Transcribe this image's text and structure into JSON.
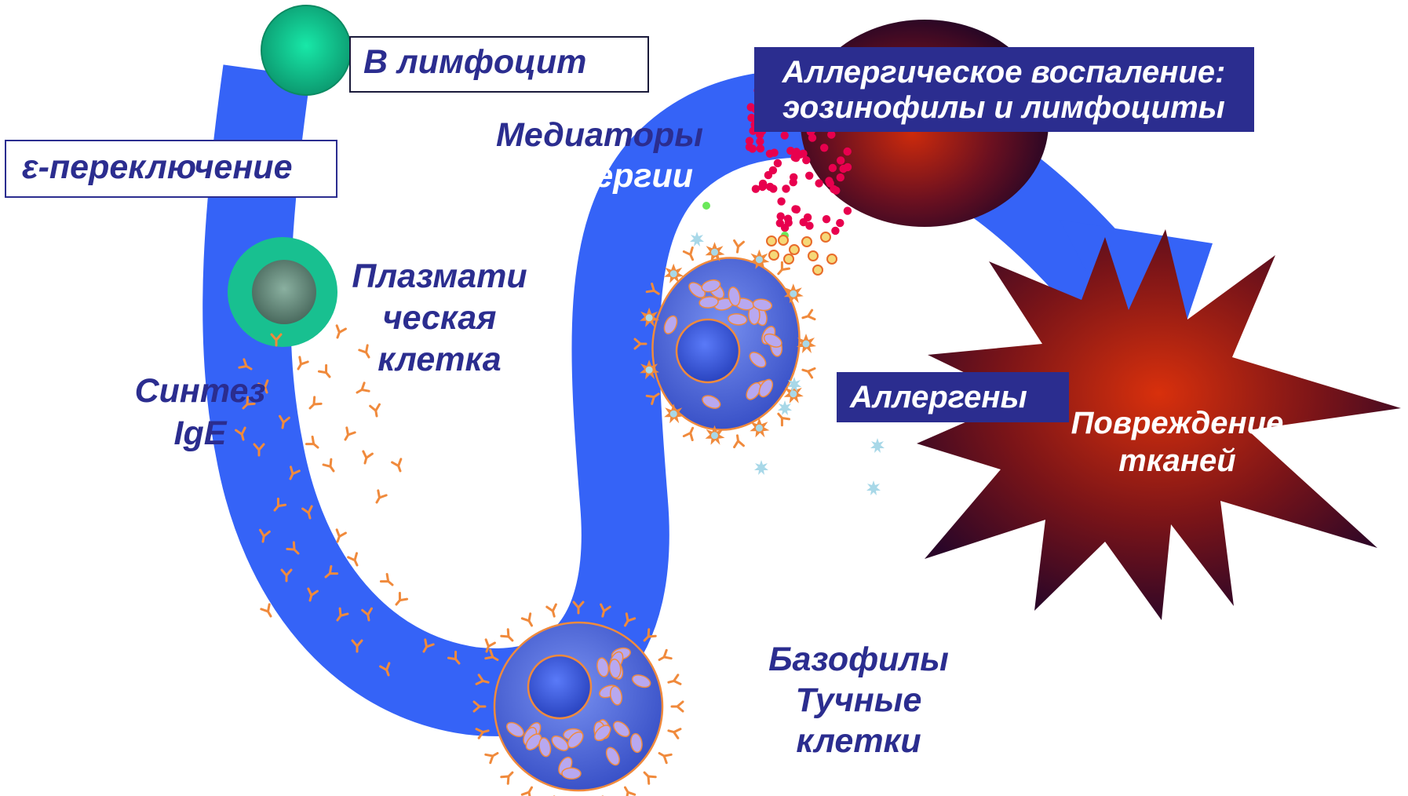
{
  "diagram": {
    "labels": {
      "b_lymphocyte": "В лимфоцит",
      "epsilon_switch": "ε-переключение",
      "plasma_cell_line1": "Плазмати",
      "plasma_cell_line2": "ческая",
      "plasma_cell_line3": "клетка",
      "ige_synthesis_line1": "Синтез",
      "ige_synthesis_line2": "IgE",
      "mediators_line1": "Медиаторы",
      "mediators_line2": "аллергии",
      "inflammation_line1": "Аллергическое воспаление:",
      "inflammation_line2": "эозинофилы и лимфоциты",
      "allergens": "Аллергены",
      "basophils_line1": "Базофилы",
      "basophils_line2": "Тучные",
      "basophils_line3": "клетки",
      "damage_line1": "Повреждение",
      "damage_line2": "тканей"
    },
    "colors": {
      "pathway": "#3563f7",
      "label_box": "#2b2d8f",
      "label_text": "#2b2d8f",
      "antibody": "#f08a3c",
      "mediator_dots": "#e8004e",
      "b_cell": "#18c08a",
      "cell_body": "#5a78e0",
      "granule": "#b8a8f0",
      "burst_center": "#cc2a0c",
      "burst_edge": "#3a0a2a",
      "allergen": "#a8d8e8"
    }
  }
}
